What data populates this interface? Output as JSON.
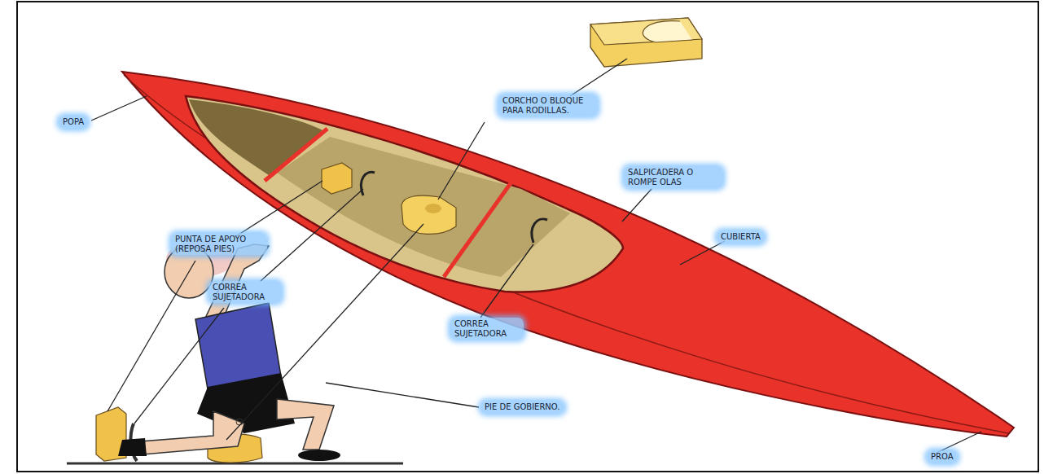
{
  "diagram": {
    "labels": [
      "POPA",
      "CORCHO O BLOQUE PARA RODILLAS.",
      "SALPICADERA O ROMPE OLAS",
      "CUBIERTA",
      "PUNTA DE APOYO (REPOSA PIES)",
      "CORREA SUJETADORA",
      "CORREA SUJETADORA",
      "PIE DE GOBIERNO.",
      "PROA"
    ]
  }
}
